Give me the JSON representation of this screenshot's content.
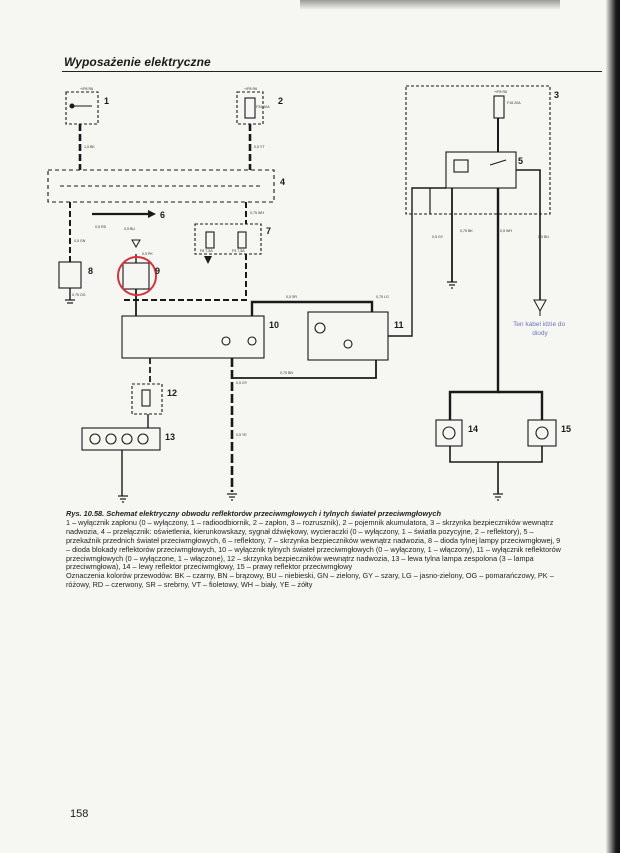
{
  "header": {
    "title": "Wyposażenie elektryczne"
  },
  "diagram": {
    "component_numbers": [
      "1",
      "2",
      "3",
      "4",
      "5",
      "6",
      "7",
      "8",
      "9",
      "10",
      "11",
      "12",
      "13",
      "14",
      "15"
    ],
    "annotation": "Ten kabel idzie do diody",
    "wire_labels": {
      "w_plus30_1": "+/P8 R6",
      "w_plus30_2": "+/P8 R6",
      "w_plus30_3": "+/P8 R6",
      "w_fuse_top": "F30 10A",
      "w_fuse_3": "F16 20A",
      "w_bk": "1,5 BK",
      "w_yt": "0,5 YT",
      "w_rd": "0,5 RD",
      "w_gn": "0,5 GN",
      "w_wh": "0,75 WH",
      "w_bu": "0,5 BU",
      "w_og": "0,75 OG",
      "w_pk": "0,5 PK",
      "w_sr": "0,5 SR",
      "w_lg": "0,75 LG",
      "w_gy": "0,5 GY",
      "w_bn": "0,75 BN",
      "w_ye": "0,5 YE",
      "w_r1": "F8 7,5A",
      "w_r2": "F9 7,5A",
      "w_a": "0,5 GY",
      "w_b": "0,75 BK",
      "w_c": "0,5 WH",
      "w_d": "0,5 BU"
    },
    "colors": {
      "ink": "#1a1a1a",
      "highlight_circle": "#d6323b",
      "annotation": "#6a74b8"
    }
  },
  "caption": {
    "heading": "Rys. 10.58. Schemat elektryczny obwodu reflektorów przeciwmgłowych i tylnych świateł przeciwmgłowych",
    "body": "1 – wyłącznik zapłonu (0 – wyłączony, 1 – radioodbiornik, 2 – zapłon, 3 – rozrusznik), 2 – pojemnik akumulatora, 3 – skrzynka bezpieczników wewnątrz nadwozia, 4 – przełącznik: oświetlenia, kierunkowskazy, sygnał dźwiękowy, wycieraczki (0 – wyłączony, 1 – światła pozycyjne, 2 – reflektory), 5 – przekaźnik przednich świateł przeciwmgłowych, 6 – reflektory, 7 – skrzynka bezpieczników wewnątrz nadwozia, 8 – dioda tylnej lampy przeciwmgłowej, 9 – dioda blokady reflektorów przeciwmgłowych, 10 – wyłącznik tylnych świateł przeciwmgłowych (0 – wyłączony, 1 – włączony), 11 – wyłącznik reflektorów przeciwmgłowych (0 – wyłączone, 1 – włączone), 12 – skrzynka bezpieczników wewnątrz nadwozia, 13 – lewa tylna lampa zespolona (3 – lampa przeciwmgłowa), 14 – lewy reflektor przeciwmgłowy, 15 – prawy reflektor przeciwmgłowy",
    "colors_line": "Oznaczenia kolorów przewodów: BK – czarny, BN – brązowy, BU – niebieski, GN – zielony, GY – szary, LG – jasno-zielony, OG – pomarańczowy, PK – różowy, RD – czerwony, SR – srebrny, VT – fioletowy, WH – biały, YE – żółty"
  },
  "footer": {
    "page_number": "158"
  }
}
